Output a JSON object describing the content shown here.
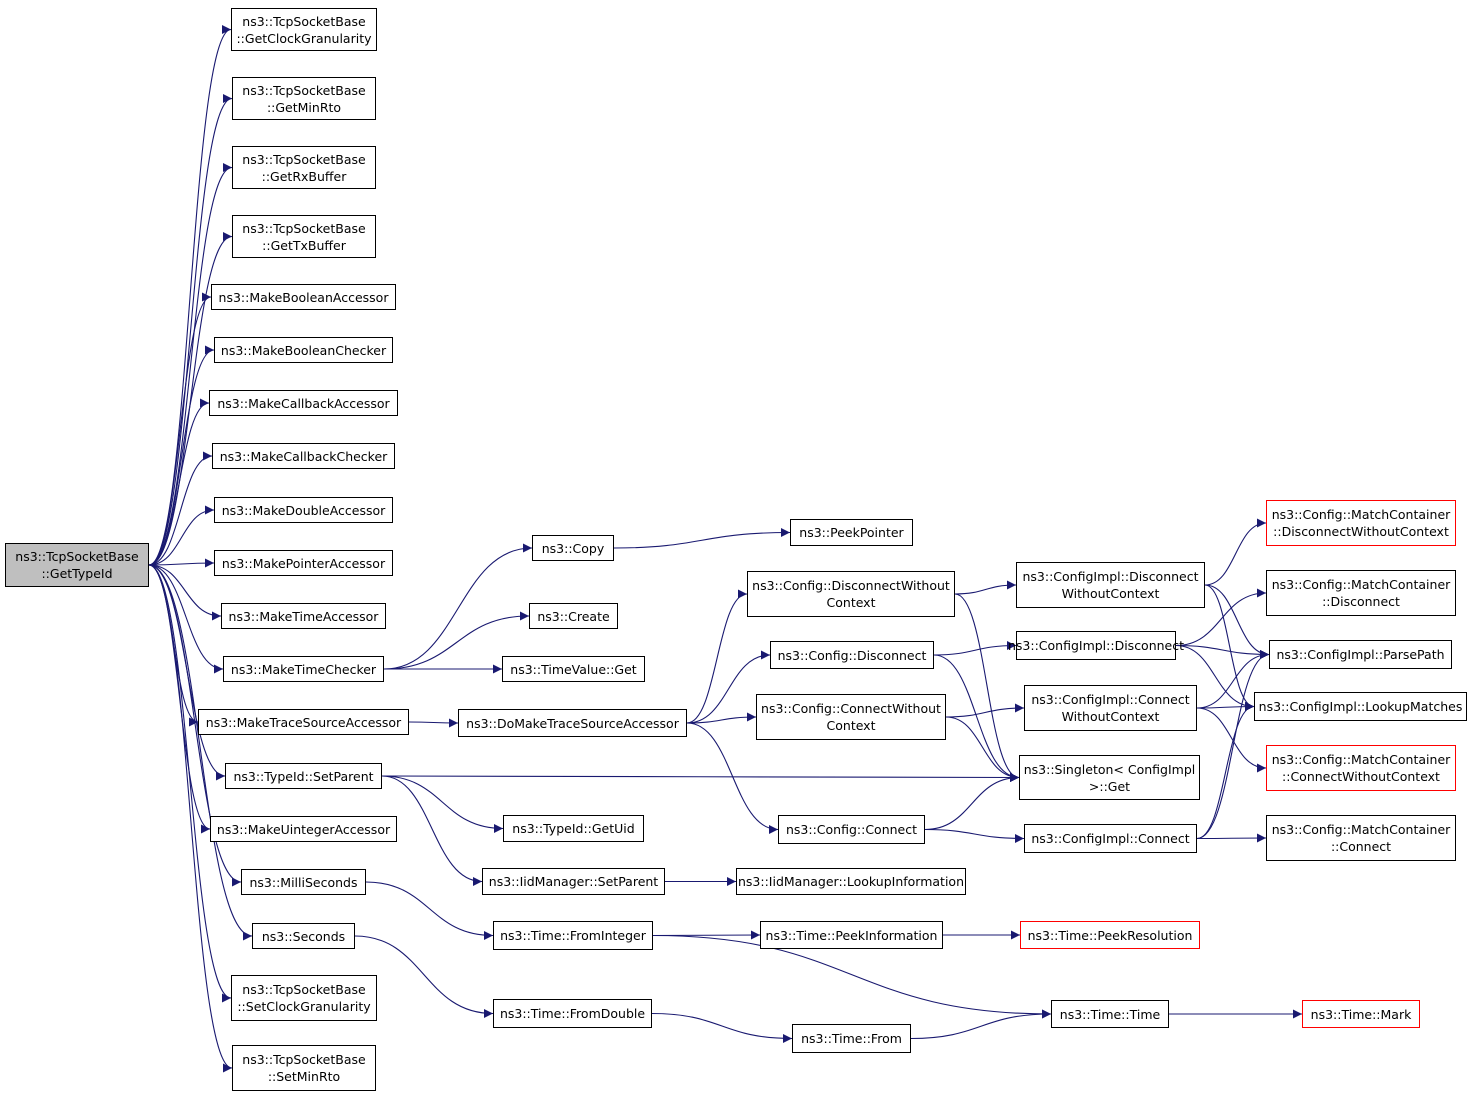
{
  "graph": {
    "edge_color": "#191970",
    "truncated_border_color": "#ff0000",
    "root_fill": "#bfbfbf",
    "nodes": {
      "root": {
        "lines": [
          "ns3::TcpSocketBase",
          "::GetTypeId"
        ],
        "kind": "root"
      },
      "get_clock_granularity": {
        "lines": [
          "ns3::TcpSocketBase",
          "::GetClockGranularity"
        ]
      },
      "get_min_rto": {
        "lines": [
          "ns3::TcpSocketBase",
          "::GetMinRto"
        ]
      },
      "get_rx_buffer": {
        "lines": [
          "ns3::TcpSocketBase",
          "::GetRxBuffer"
        ]
      },
      "get_tx_buffer": {
        "lines": [
          "ns3::TcpSocketBase",
          "::GetTxBuffer"
        ]
      },
      "make_boolean_accessor": {
        "lines": [
          "ns3::MakeBooleanAccessor"
        ]
      },
      "make_boolean_checker": {
        "lines": [
          "ns3::MakeBooleanChecker"
        ]
      },
      "make_callback_accessor": {
        "lines": [
          "ns3::MakeCallbackAccessor"
        ]
      },
      "make_callback_checker": {
        "lines": [
          "ns3::MakeCallbackChecker"
        ]
      },
      "make_double_accessor": {
        "lines": [
          "ns3::MakeDoubleAccessor"
        ]
      },
      "make_pointer_accessor": {
        "lines": [
          "ns3::MakePointerAccessor"
        ]
      },
      "make_time_accessor": {
        "lines": [
          "ns3::MakeTimeAccessor"
        ]
      },
      "make_time_checker": {
        "lines": [
          "ns3::MakeTimeChecker"
        ]
      },
      "make_trace_source_accessor": {
        "lines": [
          "ns3::MakeTraceSourceAccessor"
        ]
      },
      "typeid_set_parent": {
        "lines": [
          "ns3::TypeId::SetParent"
        ]
      },
      "make_uinteger_accessor": {
        "lines": [
          "ns3::MakeUintegerAccessor"
        ]
      },
      "milli_seconds": {
        "lines": [
          "ns3::MilliSeconds"
        ]
      },
      "seconds": {
        "lines": [
          "ns3::Seconds"
        ]
      },
      "set_clock_granularity": {
        "lines": [
          "ns3::TcpSocketBase",
          "::SetClockGranularity"
        ]
      },
      "set_min_rto": {
        "lines": [
          "ns3::TcpSocketBase",
          "::SetMinRto"
        ]
      },
      "copy": {
        "lines": [
          "ns3::Copy"
        ]
      },
      "create": {
        "lines": [
          "ns3::Create"
        ]
      },
      "timevalue_get": {
        "lines": [
          "ns3::TimeValue::Get"
        ]
      },
      "do_make_trace_source_accessor": {
        "lines": [
          "ns3::DoMakeTraceSourceAccessor"
        ]
      },
      "typeid_get_uid": {
        "lines": [
          "ns3::TypeId::GetUid"
        ]
      },
      "iid_set_parent": {
        "lines": [
          "ns3::IidManager::SetParent"
        ]
      },
      "time_from_integer": {
        "lines": [
          "ns3::Time::FromInteger"
        ]
      },
      "time_from_double": {
        "lines": [
          "ns3::Time::FromDouble"
        ]
      },
      "peek_pointer": {
        "lines": [
          "ns3::PeekPointer"
        ]
      },
      "config_disconnect_without_context": {
        "lines": [
          "ns3::Config::DisconnectWithout",
          "Context"
        ]
      },
      "config_disconnect": {
        "lines": [
          "ns3::Config::Disconnect"
        ]
      },
      "config_connect_without_context": {
        "lines": [
          "ns3::Config::ConnectWithout",
          "Context"
        ]
      },
      "config_connect": {
        "lines": [
          "ns3::Config::Connect"
        ]
      },
      "iid_lookup_information": {
        "lines": [
          "ns3::IidManager::LookupInformation"
        ]
      },
      "time_peek_information": {
        "lines": [
          "ns3::Time::PeekInformation"
        ]
      },
      "time_from": {
        "lines": [
          "ns3::Time::From"
        ]
      },
      "impl_disconnect_without_context": {
        "lines": [
          "ns3::ConfigImpl::Disconnect",
          "WithoutContext"
        ]
      },
      "impl_disconnect": {
        "lines": [
          "ns3::ConfigImpl::Disconnect"
        ]
      },
      "impl_connect_without_context": {
        "lines": [
          "ns3::ConfigImpl::Connect",
          "WithoutContext"
        ]
      },
      "singleton_get": {
        "lines": [
          "ns3::Singleton< ConfigImpl",
          ">::Get"
        ]
      },
      "impl_connect": {
        "lines": [
          "ns3::ConfigImpl::Connect"
        ]
      },
      "time_peek_resolution": {
        "lines": [
          "ns3::Time::PeekResolution"
        ],
        "kind": "truncated"
      },
      "time_time": {
        "lines": [
          "ns3::Time::Time"
        ]
      },
      "match_disconnect_without_context": {
        "lines": [
          "ns3::Config::MatchContainer",
          "::DisconnectWithoutContext"
        ],
        "kind": "truncated"
      },
      "match_disconnect": {
        "lines": [
          "ns3::Config::MatchContainer",
          "::Disconnect"
        ]
      },
      "impl_parse_path": {
        "lines": [
          "ns3::ConfigImpl::ParsePath"
        ]
      },
      "impl_lookup_matches": {
        "lines": [
          "ns3::ConfigImpl::LookupMatches"
        ]
      },
      "match_connect_without_context": {
        "lines": [
          "ns3::Config::MatchContainer",
          "::ConnectWithoutContext"
        ],
        "kind": "truncated"
      },
      "match_connect": {
        "lines": [
          "ns3::Config::MatchContainer",
          "::Connect"
        ]
      },
      "time_mark": {
        "lines": [
          "ns3::Time::Mark"
        ],
        "kind": "truncated"
      }
    },
    "edges": [
      [
        "root",
        "get_clock_granularity"
      ],
      [
        "root",
        "get_min_rto"
      ],
      [
        "root",
        "get_rx_buffer"
      ],
      [
        "root",
        "get_tx_buffer"
      ],
      [
        "root",
        "make_boolean_accessor"
      ],
      [
        "root",
        "make_boolean_checker"
      ],
      [
        "root",
        "make_callback_accessor"
      ],
      [
        "root",
        "make_callback_checker"
      ],
      [
        "root",
        "make_double_accessor"
      ],
      [
        "root",
        "make_pointer_accessor"
      ],
      [
        "root",
        "make_time_accessor"
      ],
      [
        "root",
        "make_time_checker"
      ],
      [
        "root",
        "make_trace_source_accessor"
      ],
      [
        "root",
        "typeid_set_parent"
      ],
      [
        "root",
        "make_uinteger_accessor"
      ],
      [
        "root",
        "milli_seconds"
      ],
      [
        "root",
        "seconds"
      ],
      [
        "root",
        "set_clock_granularity"
      ],
      [
        "root",
        "set_min_rto"
      ],
      [
        "make_time_checker",
        "copy"
      ],
      [
        "make_time_checker",
        "create"
      ],
      [
        "make_time_checker",
        "timevalue_get"
      ],
      [
        "make_trace_source_accessor",
        "do_make_trace_source_accessor"
      ],
      [
        "typeid_set_parent",
        "typeid_get_uid"
      ],
      [
        "typeid_set_parent",
        "iid_set_parent"
      ],
      [
        "typeid_set_parent",
        "singleton_get"
      ],
      [
        "milli_seconds",
        "time_from_integer"
      ],
      [
        "seconds",
        "time_from_double"
      ],
      [
        "copy",
        "peek_pointer"
      ],
      [
        "do_make_trace_source_accessor",
        "config_disconnect_without_context"
      ],
      [
        "do_make_trace_source_accessor",
        "config_disconnect"
      ],
      [
        "do_make_trace_source_accessor",
        "config_connect_without_context"
      ],
      [
        "do_make_trace_source_accessor",
        "config_connect"
      ],
      [
        "iid_set_parent",
        "iid_lookup_information"
      ],
      [
        "time_from_integer",
        "time_peek_information"
      ],
      [
        "time_from_integer",
        "time_time"
      ],
      [
        "time_from_double",
        "time_from"
      ],
      [
        "config_disconnect_without_context",
        "impl_disconnect_without_context"
      ],
      [
        "config_disconnect_without_context",
        "singleton_get"
      ],
      [
        "config_disconnect",
        "impl_disconnect"
      ],
      [
        "config_disconnect",
        "singleton_get"
      ],
      [
        "config_connect_without_context",
        "impl_connect_without_context"
      ],
      [
        "config_connect_without_context",
        "singleton_get"
      ],
      [
        "config_connect",
        "singleton_get"
      ],
      [
        "config_connect",
        "impl_connect"
      ],
      [
        "time_peek_information",
        "time_peek_resolution"
      ],
      [
        "time_from",
        "time_time"
      ],
      [
        "impl_disconnect_without_context",
        "match_disconnect_without_context"
      ],
      [
        "impl_disconnect_without_context",
        "impl_parse_path"
      ],
      [
        "impl_disconnect_without_context",
        "impl_lookup_matches"
      ],
      [
        "impl_disconnect",
        "match_disconnect"
      ],
      [
        "impl_disconnect",
        "impl_parse_path"
      ],
      [
        "impl_disconnect",
        "impl_lookup_matches"
      ],
      [
        "impl_connect_without_context",
        "impl_parse_path"
      ],
      [
        "impl_connect_without_context",
        "impl_lookup_matches"
      ],
      [
        "impl_connect_without_context",
        "match_connect_without_context"
      ],
      [
        "impl_connect",
        "impl_parse_path"
      ],
      [
        "impl_connect",
        "impl_lookup_matches"
      ],
      [
        "impl_connect",
        "match_connect"
      ],
      [
        "time_time",
        "time_mark"
      ]
    ]
  }
}
